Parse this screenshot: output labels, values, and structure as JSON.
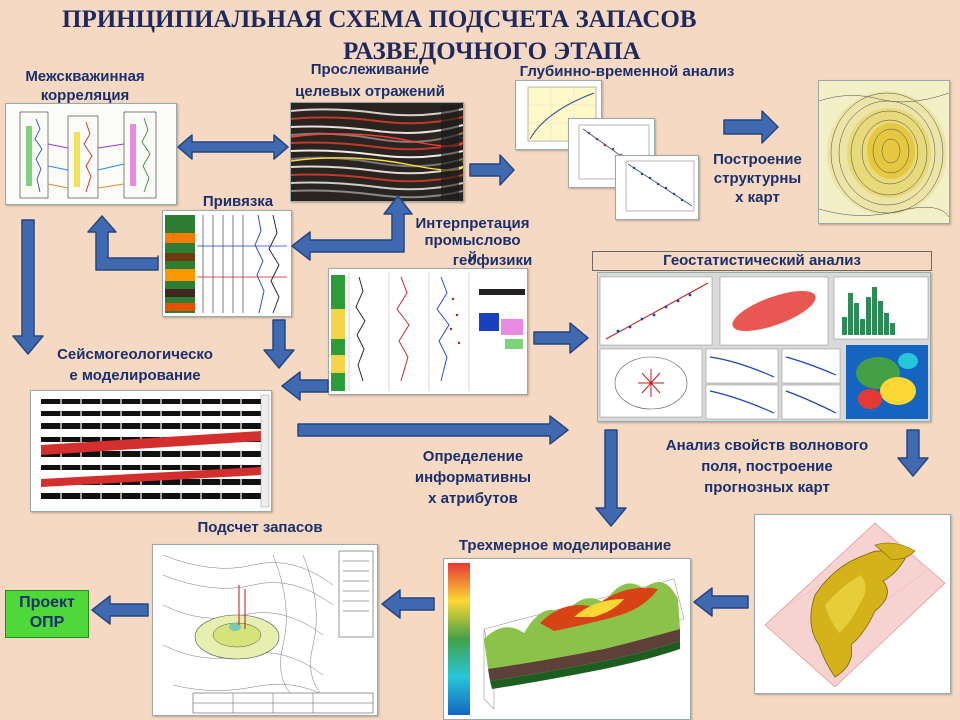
{
  "title": {
    "line1": "ПРИНЦИПИАЛЬНАЯ СХЕМА ПОДСЧЕТА ЗАПАСОВ",
    "line2": "РАЗВЕДОЧНОГО  ЭТАПА"
  },
  "labels": {
    "correlation": [
      "Межскважинная",
      "корреляция"
    ],
    "tracing": [
      "Прослеживание",
      "целевых отражений"
    ],
    "depth_time": "Глубинно-временной анализ",
    "structural_maps": [
      "Построение",
      "структурны",
      "х карт"
    ],
    "binding": "Привязка",
    "interpretation": [
      "Интерпретация",
      "промыслово",
      "й",
      "геофизики"
    ],
    "geostat": "Геостатистический анализ",
    "seismogeo": [
      "Сейсмогеологическо",
      "е моделирование"
    ],
    "wave_field": [
      "Анализ свойств волнового",
      "поля, построение",
      "прогнозных карт"
    ],
    "attributes": [
      "Определение",
      "информативны",
      "х атрибутов"
    ],
    "reserves": "Подсчет  запасов",
    "modeling3d": "Трехмерное моделирование",
    "project": [
      "Проект",
      "ОПР"
    ]
  },
  "colors": {
    "background": "#f6d9c3",
    "arrow": "#3f6ab1",
    "arrow_edge": "#27467f",
    "text": "#1a2f6b",
    "project_box": "#4fd83a"
  }
}
